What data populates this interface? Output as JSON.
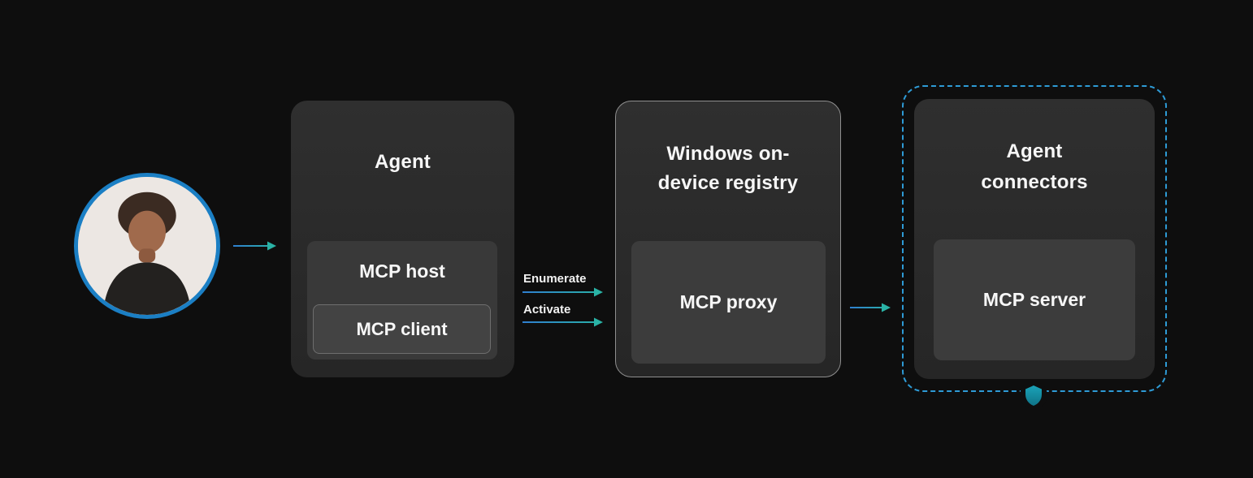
{
  "agent": {
    "title": "Agent",
    "host_label": "MCP host",
    "client_label": "MCP client"
  },
  "registry": {
    "title": "Windows on-device registry",
    "proxy_label": "MCP proxy"
  },
  "connectors": {
    "title": "Agent connectors",
    "server_label": "MCP server"
  },
  "arrows": {
    "enumerate": "Enumerate",
    "activate": "Activate"
  },
  "icons": {
    "avatar": "user-avatar",
    "shield": "shield-icon"
  },
  "colors": {
    "background": "#0e0e0e",
    "box": "#2b2b2b",
    "inner_box": "#3c3c3c",
    "text": "#f7f7f7",
    "arrow_start": "#2f7fd0",
    "arrow_end": "#2ab3a6",
    "dashed_border": "#2e9bd6",
    "avatar_ring": "#1b7fc4",
    "shield": "#1591a8",
    "registry_border": "#8f8f8f"
  }
}
